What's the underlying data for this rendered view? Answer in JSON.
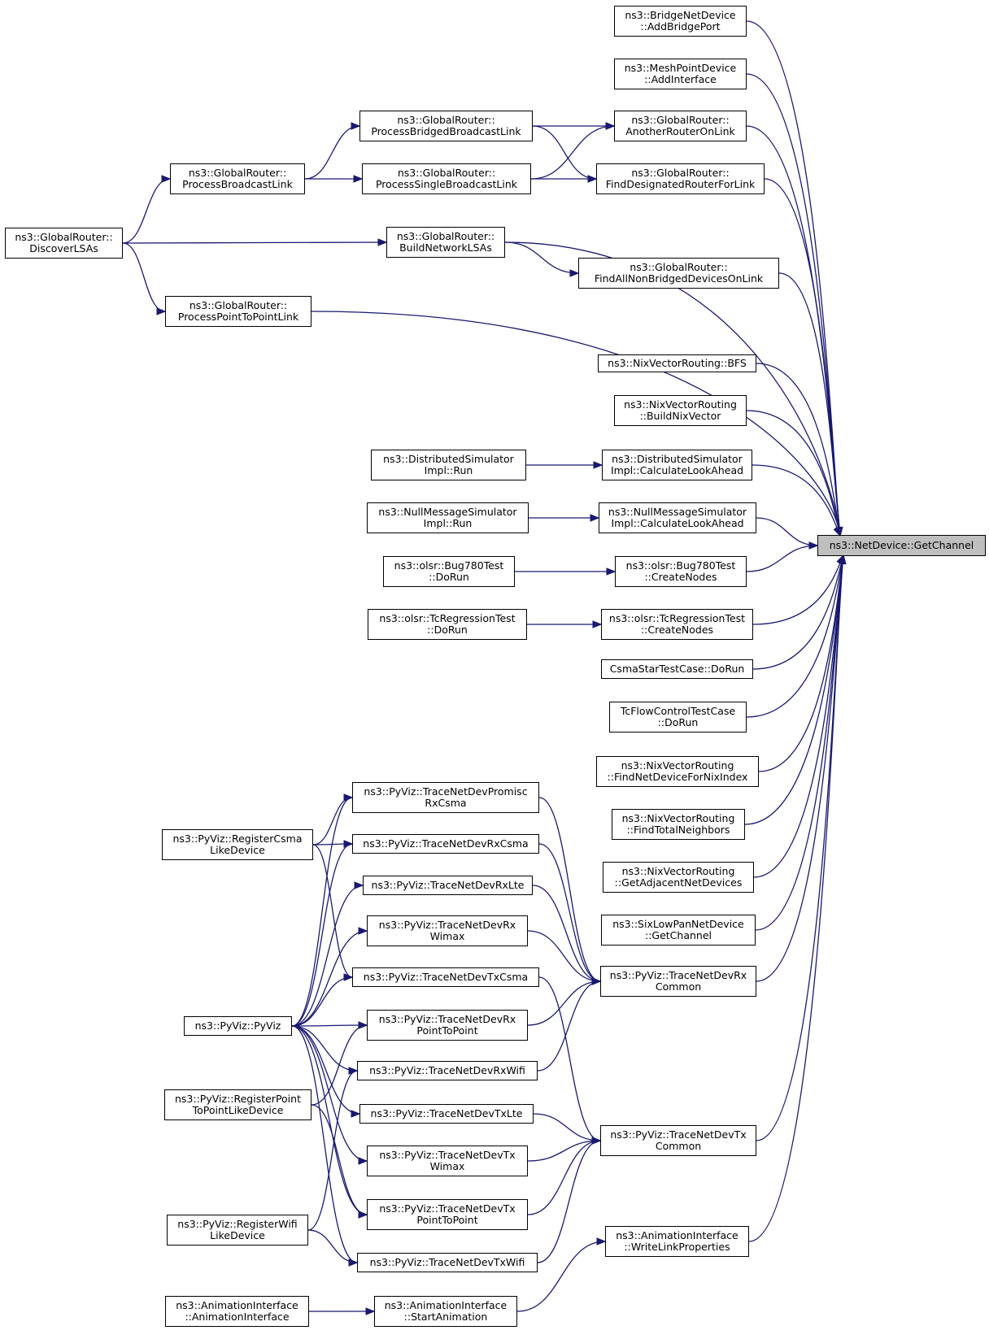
{
  "graph": {
    "target": {
      "id": "getchannel",
      "label": "ns3::NetDevice::GetChannel"
    },
    "nodes": [
      {
        "id": "addbridgeport",
        "lines": [
          "ns3::BridgeNetDevice",
          "::AddBridgePort"
        ]
      },
      {
        "id": "addinterface",
        "lines": [
          "ns3::MeshPointDevice",
          "::AddInterface"
        ]
      },
      {
        "id": "anotherrouter",
        "lines": [
          "ns3::GlobalRouter::",
          "AnotherRouterOnLink"
        ]
      },
      {
        "id": "finddr",
        "lines": [
          "ns3::GlobalRouter::",
          "FindDesignatedRouterForLink"
        ]
      },
      {
        "id": "pbbl",
        "lines": [
          "ns3::GlobalRouter::",
          "ProcessBridgedBroadcastLink"
        ]
      },
      {
        "id": "psbl",
        "lines": [
          "ns3::GlobalRouter::",
          "ProcessSingleBroadcastLink"
        ]
      },
      {
        "id": "pbl",
        "lines": [
          "ns3::GlobalRouter::",
          "ProcessBroadcastLink"
        ]
      },
      {
        "id": "discover",
        "lines": [
          "ns3::GlobalRouter::",
          "DiscoverLSAs"
        ]
      },
      {
        "id": "buildnet",
        "lines": [
          "ns3::GlobalRouter::",
          "BuildNetworkLSAs"
        ]
      },
      {
        "id": "findallnb",
        "lines": [
          "ns3::GlobalRouter::",
          "FindAllNonBridgedDevicesOnLink"
        ]
      },
      {
        "id": "pptp",
        "lines": [
          "ns3::GlobalRouter::",
          "ProcessPointToPointLink"
        ]
      },
      {
        "id": "bfs",
        "lines": [
          "ns3::NixVectorRouting::BFS"
        ]
      },
      {
        "id": "buildnix",
        "lines": [
          "ns3::NixVectorRouting",
          "::BuildNixVector"
        ]
      },
      {
        "id": "dsrun",
        "lines": [
          "ns3::DistributedSimulator",
          "Impl::Run"
        ]
      },
      {
        "id": "dscalc",
        "lines": [
          "ns3::DistributedSimulator",
          "Impl::CalculateLookAhead"
        ]
      },
      {
        "id": "nmrun",
        "lines": [
          "ns3::NullMessageSimulator",
          "Impl::Run"
        ]
      },
      {
        "id": "nmcalc",
        "lines": [
          "ns3::NullMessageSimulator",
          "Impl::CalculateLookAhead"
        ]
      },
      {
        "id": "bugrun",
        "lines": [
          "ns3::olsr::Bug780Test",
          "::DoRun"
        ]
      },
      {
        "id": "bugcreate",
        "lines": [
          "ns3::olsr::Bug780Test",
          "::CreateNodes"
        ]
      },
      {
        "id": "tcrrun",
        "lines": [
          "ns3::olsr::TcRegressionTest",
          "::DoRun"
        ]
      },
      {
        "id": "tcrcreate",
        "lines": [
          "ns3::olsr::TcRegressionTest",
          "::CreateNodes"
        ]
      },
      {
        "id": "csmastar",
        "lines": [
          "CsmaStarTestCase::DoRun"
        ]
      },
      {
        "id": "tcflow",
        "lines": [
          "TcFlowControlTestCase",
          "::DoRun"
        ]
      },
      {
        "id": "findnetdev",
        "lines": [
          "ns3::NixVectorRouting",
          "::FindNetDeviceForNixIndex"
        ]
      },
      {
        "id": "findtotal",
        "lines": [
          "ns3::NixVectorRouting",
          "::FindTotalNeighbors"
        ]
      },
      {
        "id": "getadj",
        "lines": [
          "ns3::NixVectorRouting",
          "::GetAdjacentNetDevices"
        ]
      },
      {
        "id": "sixlow",
        "lines": [
          "ns3::SixLowPanNetDevice",
          "::GetChannel"
        ]
      },
      {
        "id": "rxcommon",
        "lines": [
          "ns3::PyViz::TraceNetDevRx",
          "Common"
        ]
      },
      {
        "id": "txcommon",
        "lines": [
          "ns3::PyViz::TraceNetDevTx",
          "Common"
        ]
      },
      {
        "id": "writelink",
        "lines": [
          "ns3::AnimationInterface",
          "::WriteLinkProperties"
        ]
      },
      {
        "id": "startanim",
        "lines": [
          "ns3::AnimationInterface",
          "::StartAnimation"
        ]
      },
      {
        "id": "animctor",
        "lines": [
          "ns3::AnimationInterface",
          "::AnimationInterface"
        ]
      },
      {
        "id": "promisc",
        "lines": [
          "ns3::PyViz::TraceNetDevPromisc",
          "RxCsma"
        ]
      },
      {
        "id": "rxcsma",
        "lines": [
          "ns3::PyViz::TraceNetDevRxCsma"
        ]
      },
      {
        "id": "rxlte",
        "lines": [
          "ns3::PyViz::TraceNetDevRxLte"
        ]
      },
      {
        "id": "rxwimax",
        "lines": [
          "ns3::PyViz::TraceNetDevRx",
          "Wimax"
        ]
      },
      {
        "id": "txcsma",
        "lines": [
          "ns3::PyViz::TraceNetDevTxCsma"
        ]
      },
      {
        "id": "rxp2p",
        "lines": [
          "ns3::PyViz::TraceNetDevRx",
          "PointToPoint"
        ]
      },
      {
        "id": "rxwifi",
        "lines": [
          "ns3::PyViz::TraceNetDevRxWifi"
        ]
      },
      {
        "id": "txlte",
        "lines": [
          "ns3::PyViz::TraceNetDevTxLte"
        ]
      },
      {
        "id": "txwimax",
        "lines": [
          "ns3::PyViz::TraceNetDevTx",
          "Wimax"
        ]
      },
      {
        "id": "txp2p",
        "lines": [
          "ns3::PyViz::TraceNetDevTx",
          "PointToPoint"
        ]
      },
      {
        "id": "txwifi",
        "lines": [
          "ns3::PyViz::TraceNetDevTxWifi"
        ]
      },
      {
        "id": "regcsma",
        "lines": [
          "ns3::PyViz::RegisterCsma",
          "LikeDevice"
        ]
      },
      {
        "id": "pyviz",
        "lines": [
          "ns3::PyViz::PyViz"
        ]
      },
      {
        "id": "regp2p",
        "lines": [
          "ns3::PyViz::RegisterPoint",
          "ToPointLikeDevice"
        ]
      },
      {
        "id": "regwifi",
        "lines": [
          "ns3::PyViz::RegisterWifi",
          "LikeDevice"
        ]
      }
    ],
    "edges": [
      [
        "addbridgeport",
        "getchannel"
      ],
      [
        "addinterface",
        "getchannel"
      ],
      [
        "anotherrouter",
        "getchannel"
      ],
      [
        "finddr",
        "getchannel"
      ],
      [
        "buildnet",
        "getchannel"
      ],
      [
        "findallnb",
        "getchannel"
      ],
      [
        "pptp",
        "getchannel"
      ],
      [
        "bfs",
        "getchannel"
      ],
      [
        "buildnix",
        "getchannel"
      ],
      [
        "dscalc",
        "getchannel"
      ],
      [
        "nmcalc",
        "getchannel"
      ],
      [
        "bugcreate",
        "getchannel"
      ],
      [
        "tcrcreate",
        "getchannel"
      ],
      [
        "csmastar",
        "getchannel"
      ],
      [
        "tcflow",
        "getchannel"
      ],
      [
        "findnetdev",
        "getchannel"
      ],
      [
        "findtotal",
        "getchannel"
      ],
      [
        "getadj",
        "getchannel"
      ],
      [
        "sixlow",
        "getchannel"
      ],
      [
        "rxcommon",
        "getchannel"
      ],
      [
        "txcommon",
        "getchannel"
      ],
      [
        "writelink",
        "getchannel"
      ],
      [
        "pbbl",
        "anotherrouter"
      ],
      [
        "psbl",
        "anotherrouter"
      ],
      [
        "pbbl",
        "finddr"
      ],
      [
        "psbl",
        "finddr"
      ],
      [
        "pbl",
        "pbbl"
      ],
      [
        "pbl",
        "psbl"
      ],
      [
        "discover",
        "pbl"
      ],
      [
        "discover",
        "buildnet"
      ],
      [
        "discover",
        "pptp"
      ],
      [
        "buildnet",
        "findallnb"
      ],
      [
        "dsrun",
        "dscalc"
      ],
      [
        "nmrun",
        "nmcalc"
      ],
      [
        "bugrun",
        "bugcreate"
      ],
      [
        "tcrrun",
        "tcrcreate"
      ],
      [
        "startanim",
        "writelink"
      ],
      [
        "animctor",
        "startanim"
      ],
      [
        "promisc",
        "rxcommon"
      ],
      [
        "rxcsma",
        "rxcommon"
      ],
      [
        "rxlte",
        "rxcommon"
      ],
      [
        "rxwimax",
        "rxcommon"
      ],
      [
        "rxp2p",
        "rxcommon"
      ],
      [
        "rxwifi",
        "rxcommon"
      ],
      [
        "txcsma",
        "txcommon"
      ],
      [
        "txlte",
        "txcommon"
      ],
      [
        "txwimax",
        "txcommon"
      ],
      [
        "txp2p",
        "txcommon"
      ],
      [
        "txwifi",
        "txcommon"
      ],
      [
        "regcsma",
        "promisc"
      ],
      [
        "regcsma",
        "rxcsma"
      ],
      [
        "regcsma",
        "txcsma"
      ],
      [
        "regp2p",
        "rxp2p"
      ],
      [
        "regp2p",
        "txp2p"
      ],
      [
        "regwifi",
        "rxwifi"
      ],
      [
        "regwifi",
        "txwifi"
      ],
      [
        "pyviz",
        "promisc"
      ],
      [
        "pyviz",
        "rxcsma"
      ],
      [
        "pyviz",
        "rxlte"
      ],
      [
        "pyviz",
        "rxwimax"
      ],
      [
        "pyviz",
        "txcsma"
      ],
      [
        "pyviz",
        "rxp2p"
      ],
      [
        "pyviz",
        "rxwifi"
      ],
      [
        "pyviz",
        "txlte"
      ],
      [
        "pyviz",
        "txwimax"
      ],
      [
        "pyviz",
        "txp2p"
      ],
      [
        "pyviz",
        "txwifi"
      ]
    ]
  }
}
